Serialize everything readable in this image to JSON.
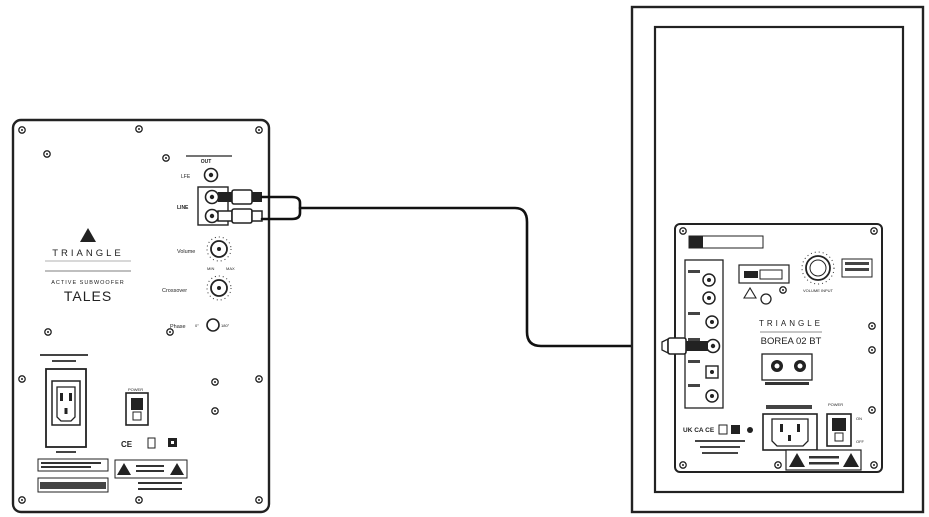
{
  "subwoofer": {
    "brand": "TRIANGLE",
    "tagline": "ACTIVE SUBWOOFER",
    "model": "TALES",
    "labels": {
      "out": "OUT",
      "lfe": "LFE",
      "input": "LINE",
      "volume": "Volume",
      "crossover": "Crossover",
      "phase": "Phase",
      "phase_0": "0°",
      "phase_180": "180°",
      "min": "MIN",
      "max": "MAX",
      "power": "POWER"
    }
  },
  "speaker": {
    "brand": "TRIANGLE",
    "model": "BOREA 02 BT",
    "labels": {
      "volume_input": "VOLUME INPUT",
      "power": "POWER",
      "on": "ON",
      "off": "OFF"
    }
  }
}
